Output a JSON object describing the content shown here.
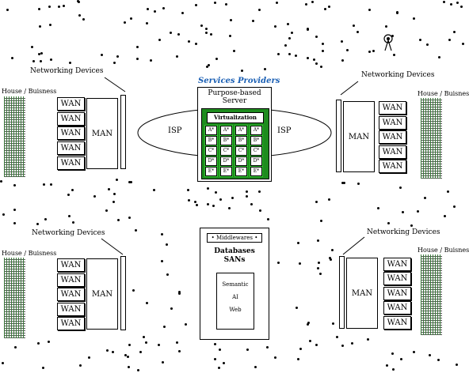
{
  "networking_devices_label": "Networking Devices",
  "house_label": "House / Buisness",
  "wan_label": "WAN",
  "man_label": "MAN",
  "isp_label": "ISP",
  "services": {
    "title": "Services Providers",
    "title_color": "#1a5fb4",
    "server_line1": "Purpose-based",
    "server_line2": "Server",
    "virtualization": "Virtualization",
    "grid_color": "#1e8c1e",
    "grid_bright": "#34c234",
    "grid_labels": [
      "A*",
      "A*",
      "A*",
      "A*",
      "B*",
      "B*",
      "B*",
      "B*",
      "C*",
      "C*",
      "C*",
      "C*",
      "D*",
      "D*",
      "D*",
      "D*",
      "E*",
      "E*",
      "E*",
      "E*"
    ]
  },
  "data_center": {
    "middlewares": "• Middlewares •",
    "databases": "Databases",
    "sans": "SANs",
    "semantic": "Semantic",
    "ai": "AI",
    "web": "Web"
  },
  "icons": {
    "tower": "antenna-tower-icon"
  }
}
